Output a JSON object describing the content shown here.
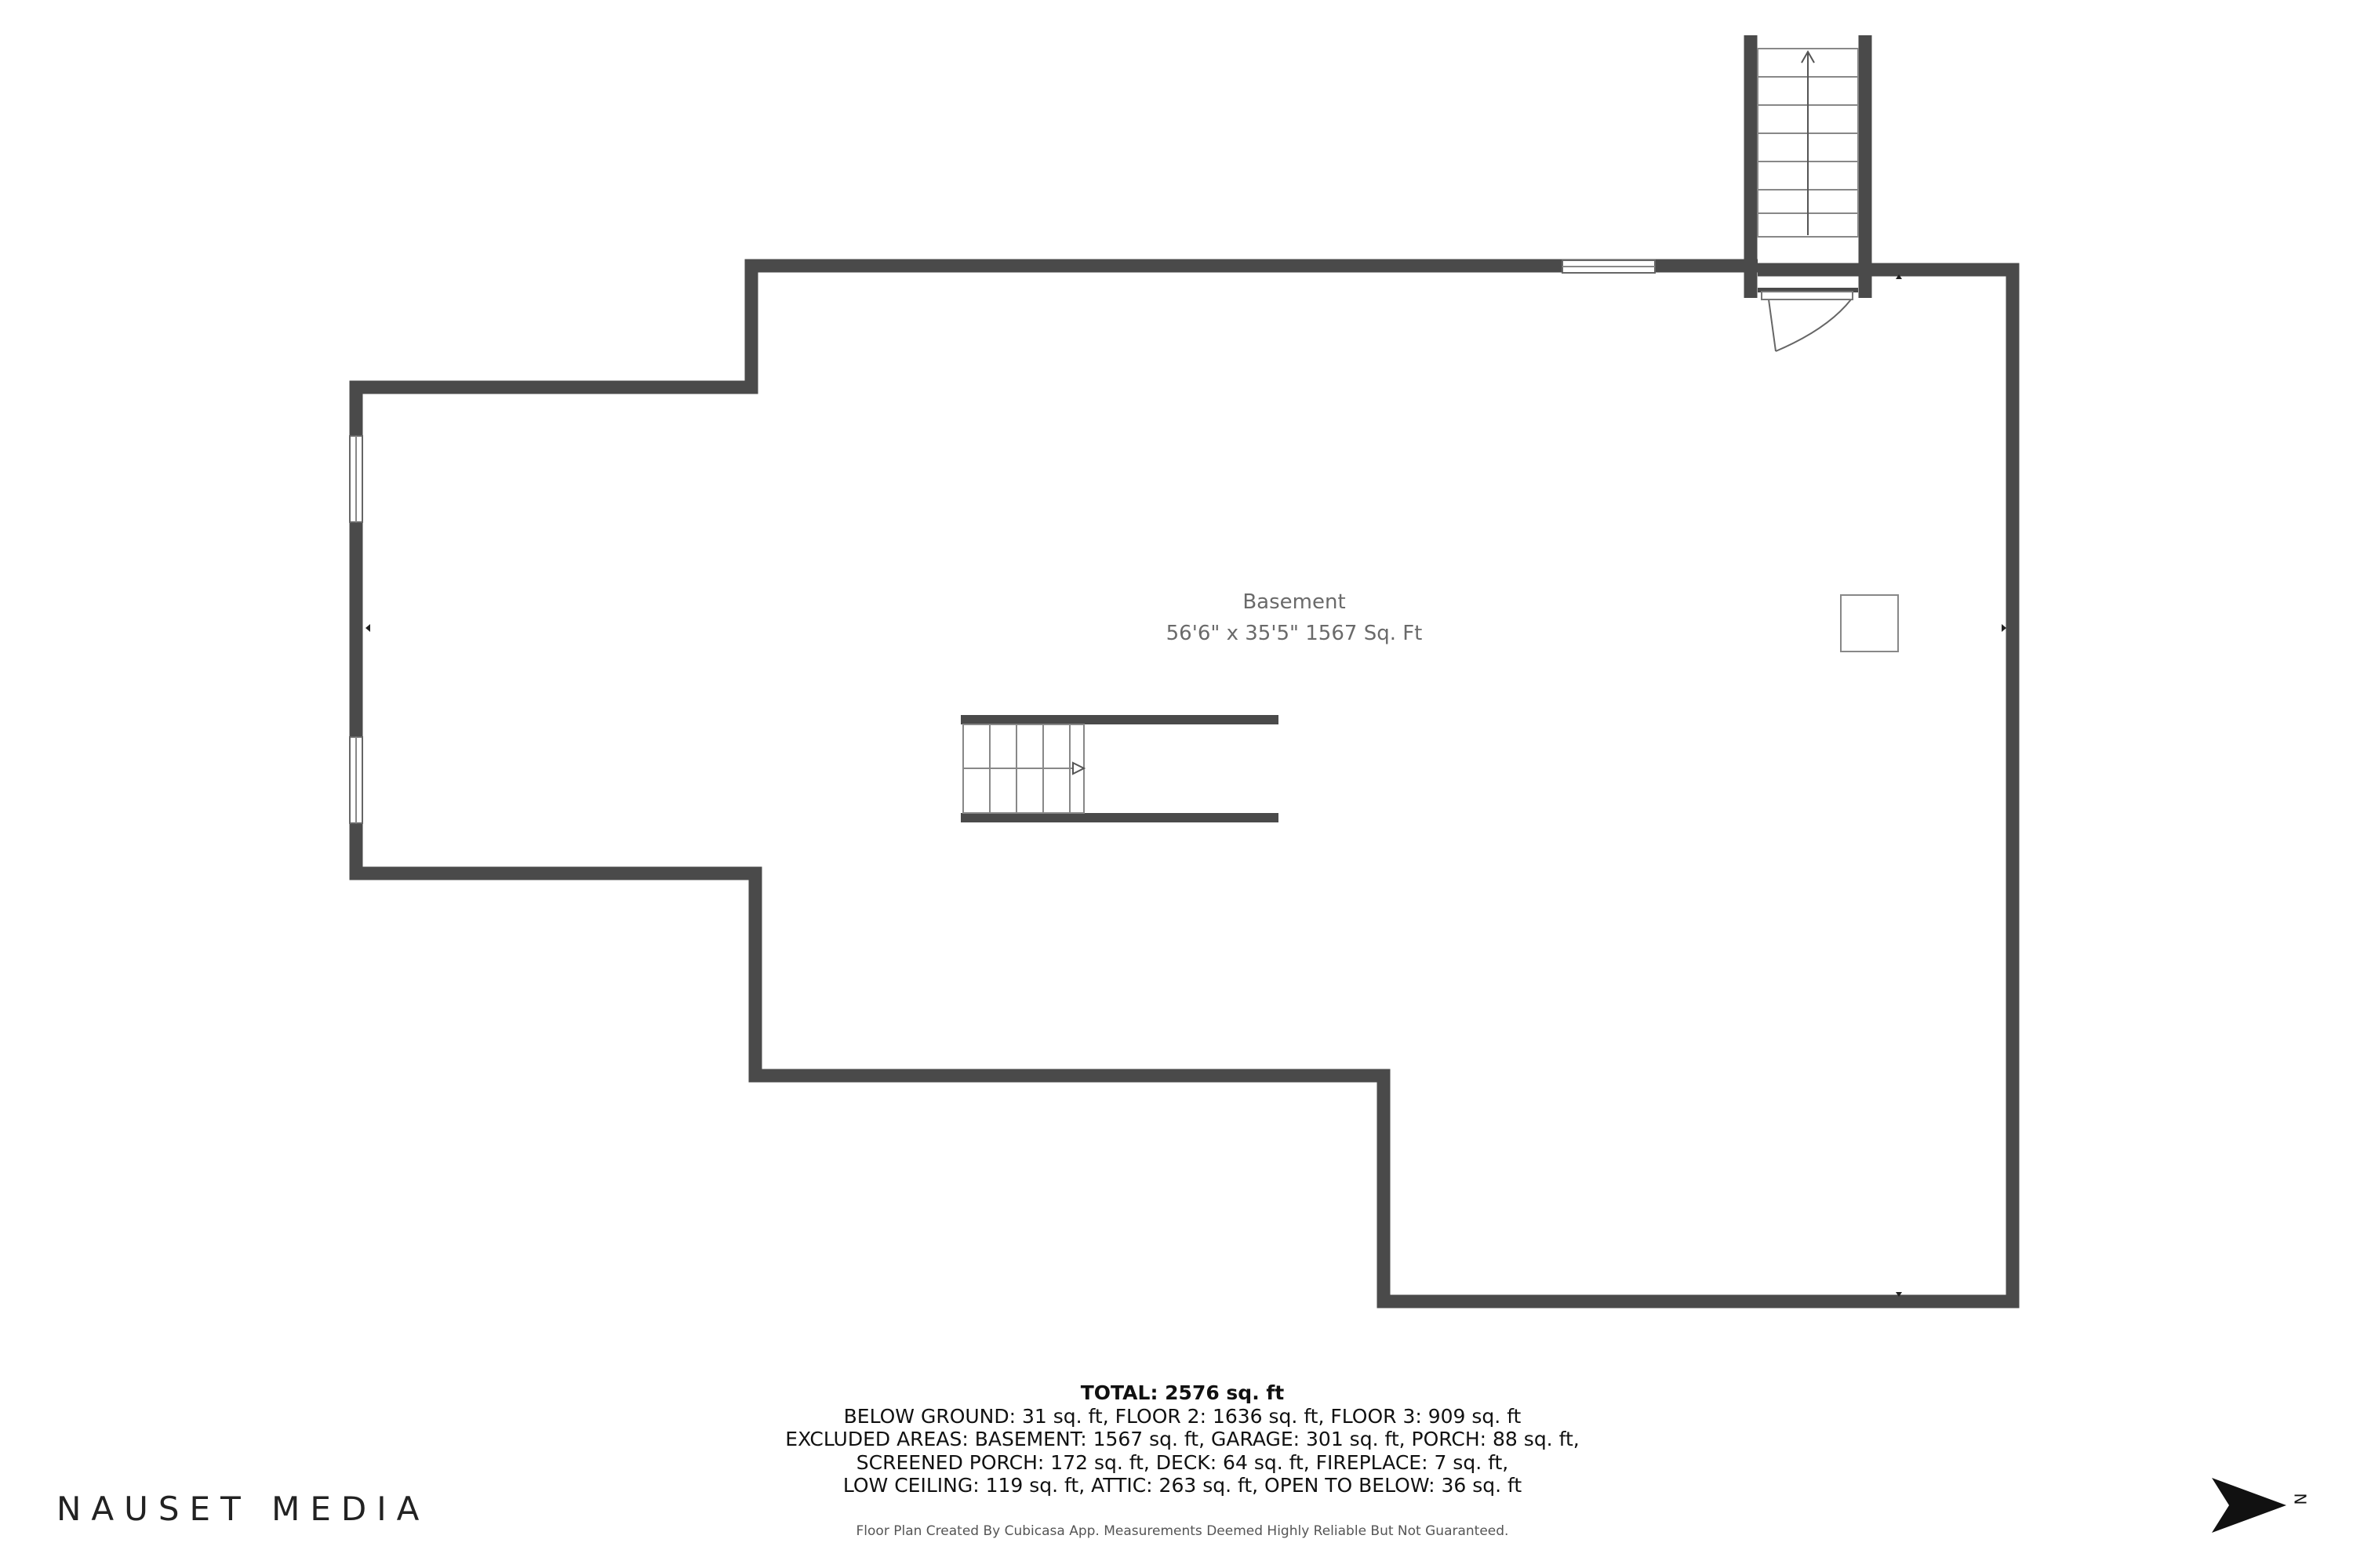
{
  "room": {
    "name": "Basement",
    "dimensions": "56'6\" x 35'5\" 1567 Sq. Ft"
  },
  "summary": {
    "total": "TOTAL: 2576 sq. ft",
    "lines": [
      "BELOW GROUND: 31 sq. ft, FLOOR 2: 1636 sq. ft, FLOOR 3: 909 sq. ft",
      "EXCLUDED AREAS: BASEMENT: 1567 sq. ft, GARAGE: 301 sq. ft, PORCH: 88 sq. ft,",
      "SCREENED PORCH: 172 sq. ft, DECK: 64 sq. ft, FIREPLACE: 7 sq. ft,",
      "LOW CEILING: 119 sq. ft, ATTIC: 263 sq. ft, OPEN TO BELOW: 36 sq. ft"
    ],
    "footnote": "Floor Plan Created By Cubicasa App. Measurements Deemed Highly Reliable But Not Guaranteed."
  },
  "brand": "NAUSET MEDIA",
  "compass": {
    "letter": "N",
    "icon": "north-arrow-icon"
  },
  "colors": {
    "wall": "#4a4a4a",
    "text": "#6a6a6a",
    "background": "#ffffff"
  }
}
